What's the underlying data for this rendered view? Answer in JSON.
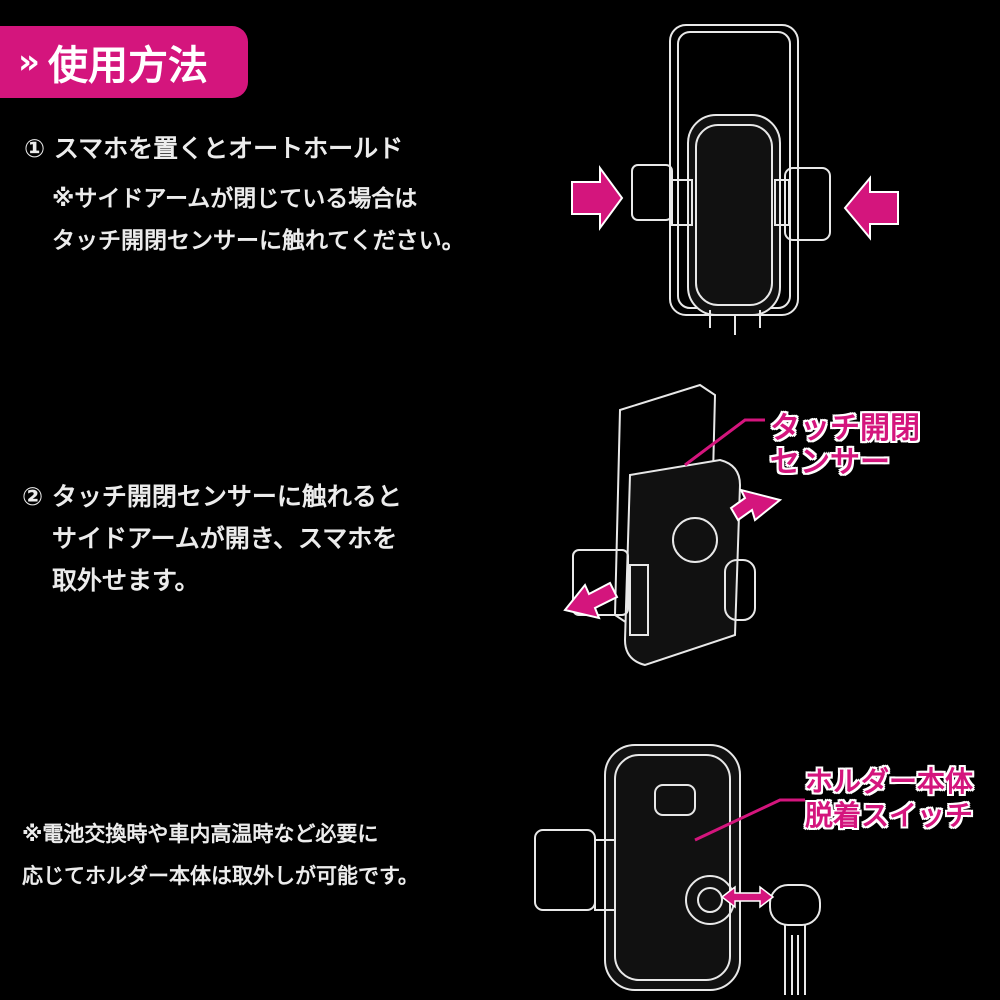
{
  "header": {
    "title": "使用方法",
    "chevron": "»"
  },
  "step1": {
    "title": "① スマホを置くとオートホールド",
    "note_line1": "※サイドアームが閉じている場合は",
    "note_line2": "タッチ開閉センサーに触れてください。"
  },
  "step2": {
    "line1": "② タッチ開閉センサーに触れると",
    "line2": "サイドアームが開き、スマホを",
    "line3": "取外せます。",
    "callout_line1": "タッチ開閉",
    "callout_line2": "センサー"
  },
  "step3": {
    "line1": "※電池交換時や車内高温時など必要に",
    "line2": "応じてホルダー本体は取外しが可能です。",
    "callout_line1": "ホルダー本体",
    "callout_line2": "脱着スイッチ"
  },
  "colors": {
    "accent": "#d4157d",
    "background": "#000000",
    "line": "#e8e8e8"
  }
}
